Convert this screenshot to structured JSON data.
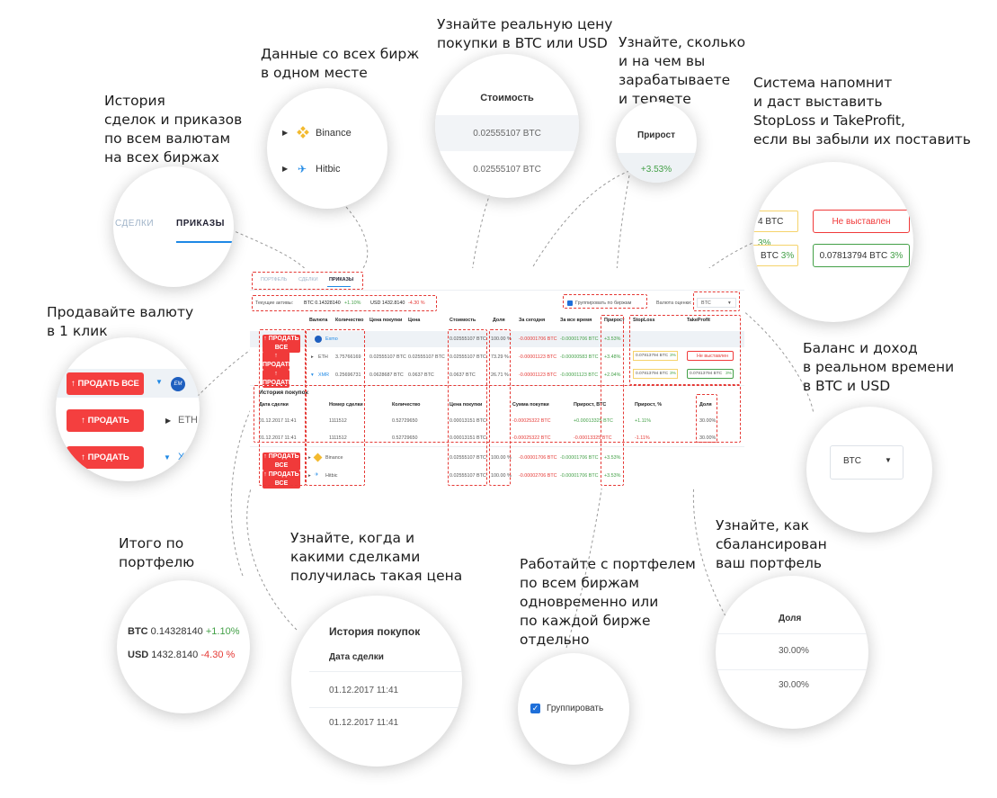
{
  "captions": {
    "history": "История\nсделок и приказов\nпо всем валютам\nна всех биржах",
    "exchanges": "Данные со всех бирж\nв одном месте",
    "price": "Узнайте реальную цену\nпокупки в BTC или USD",
    "earn": "Узнайте, сколько\nи на чем вы\nзарабатываете\nи теряете",
    "stoploss": "Система напомнит\nи даст выставить\nStopLoss и TakeProfit,\nесли вы забыли их поставить",
    "sell": "Продавайте валюту\nв 1 клик",
    "balance": "Баланс и доход\nв реальном времени\nв BTC и USD",
    "total": "Итого по\nпортфелю",
    "when": "Узнайте, когда и\nкакими сделками\nполучилась такая цена",
    "group": "Работайте с портфелем\nпо всем биржам\nодновременно или\nпо каждой бирже\nотдельно",
    "share": "Узнайте, как\nсбалансирован\nваш портфель"
  },
  "zoom_tabs": {
    "deals": "СДЕЛКИ",
    "orders": "ПРИКАЗЫ"
  },
  "zoom_exchanges": [
    {
      "name": "Binance",
      "icon": "binance-icon"
    },
    {
      "name": "Hitbic",
      "icon": "hitbtc-icon"
    }
  ],
  "zoom_cost": {
    "header": "Стоимость",
    "rows": [
      "0.02555107 BTC",
      "0.02555107 BTC"
    ]
  },
  "zoom_growth": {
    "header": "Прирост",
    "value": "+3.53%"
  },
  "zoom_stop": {
    "left1": "4 BTC",
    "pct1": "3%",
    "btn1": "Не выставлен",
    "left2": "BTC",
    "pct2": "3%",
    "btn2": "0.07813794 BTC",
    "btn2_pct": "3%"
  },
  "zoom_sell": {
    "sell_all": "↑ ПРОДАТЬ ВСЕ",
    "sell": "↑ ПРОДАТЬ",
    "eth": "ETH",
    "xm": "XM"
  },
  "zoom_currency": {
    "value": "BTC"
  },
  "zoom_total": {
    "btc_label": "BTC",
    "btc_value": "0.14328140",
    "btc_change": "+1.10%",
    "usd_label": "USD",
    "usd_value": "1432.8140",
    "usd_change": "-4.30 %"
  },
  "zoom_history": {
    "title": "История покупок",
    "col": "Дата сделки",
    "rows": [
      "01.12.2017 11:41",
      "01.12.2017 11:41"
    ]
  },
  "zoom_group": {
    "label": "Группировать"
  },
  "zoom_share": {
    "header": "Доля",
    "rows": [
      "30.00%",
      "30.00%"
    ]
  },
  "app": {
    "tabs": [
      "ПОРТФЕЛЬ",
      "СДЕЛКИ",
      "ПРИКАЗЫ"
    ],
    "assets_label": "Текущие активы:",
    "btc": "BTC 0.14328140",
    "btc_change": "+1.10%",
    "usd": "USD 1432.8140",
    "usd_change": "-4.30 %",
    "group_label": "Группировать по биржам",
    "currency_label": "Валюта оценки:",
    "currency_value": "BTC",
    "headers": [
      "Валюта",
      "Количество",
      "Цена покупки",
      "Цена",
      "Стоимость",
      "Доля",
      "За сегодня",
      "За все время",
      "Прирост",
      "StopLoss",
      "TakeProfit"
    ],
    "sell_all": "↑ ПРОДАТЬ ВСЕ",
    "sell": "↑ ПРОДАТЬ",
    "rows": [
      {
        "cur": "Exmo",
        "qty": "",
        "buy": "",
        "price": "",
        "cost": "0.02555107 BTC",
        "share": "100.00 %",
        "today": "-0.00001706 BTC",
        "all": "-0.00001706 BTC",
        "growth": "+3.53%"
      },
      {
        "cur": "ETH",
        "qty": "3.75766169",
        "buy": "0.02555107 BTC",
        "price": "0.02555107 BTC",
        "cost": "0.02555107 BTC",
        "share": "73.29 %",
        "today": "-0.00001123 BTC",
        "all": "-0.00000583 BTC",
        "growth": "+3.48%"
      },
      {
        "cur": "XMR",
        "qty": "0.25696731",
        "buy": "0.0628687 BTC",
        "price": "0.0637 BTC",
        "cost": "0.0637 BTC",
        "share": "26.71 %",
        "today": "-0.00001123 BTC",
        "all": "-0.00001123 BTC",
        "growth": "+2.04%"
      }
    ],
    "stop_rows": [
      {
        "sl": "0.07813794 BTC",
        "sl_pct": "3%",
        "tp": "Не выставлен"
      },
      {
        "sl": "0.07813794 BTC",
        "sl_pct": "3%",
        "tp": "0.07813794 BTC",
        "tp_pct": "3%"
      }
    ],
    "history_title": "История покупок",
    "history_headers": [
      "Дата сделки",
      "Номер сделки",
      "Количество",
      "Цена покупки",
      "Сумма покупки",
      "Прирост, BTC",
      "Прирост, %",
      "Доля"
    ],
    "history_rows": [
      {
        "date": "01.12.2017 11:41",
        "num": "1111512",
        "qty": "0.52729650",
        "price": "0.00013151 BTC",
        "sum": "-0.00025322 BTC",
        "gbtc": "+0.00013325 BTC",
        "gpct": "+1.11%",
        "share": "30.00%"
      },
      {
        "date": "01.12.2017 11:41",
        "num": "1111512",
        "qty": "0.52729650",
        "price": "0.00013151 BTC",
        "sum": "-0.00025322 BTC",
        "gbtc": "-0.00013325 BTC",
        "gpct": "-1.11%",
        "share": "30.00%"
      }
    ],
    "bottom_rows": [
      {
        "cur": "Binance",
        "cost": "0.02555107 BTC",
        "share": "100.00 %",
        "today": "-0.00001706 BTC",
        "all": "-0.00001706 BTC",
        "growth": "+3.53%"
      },
      {
        "cur": "Hitbic",
        "cost": "0.02555107 BTC",
        "share": "100.00 %",
        "today": "-0.00002706 BTC",
        "all": "-0.00001706 BTC",
        "growth": "+3.53%"
      }
    ]
  },
  "colors": {
    "accent": "#f03a3a",
    "positive": "#43a047",
    "negative": "#e53935",
    "link": "#1e88e5"
  }
}
